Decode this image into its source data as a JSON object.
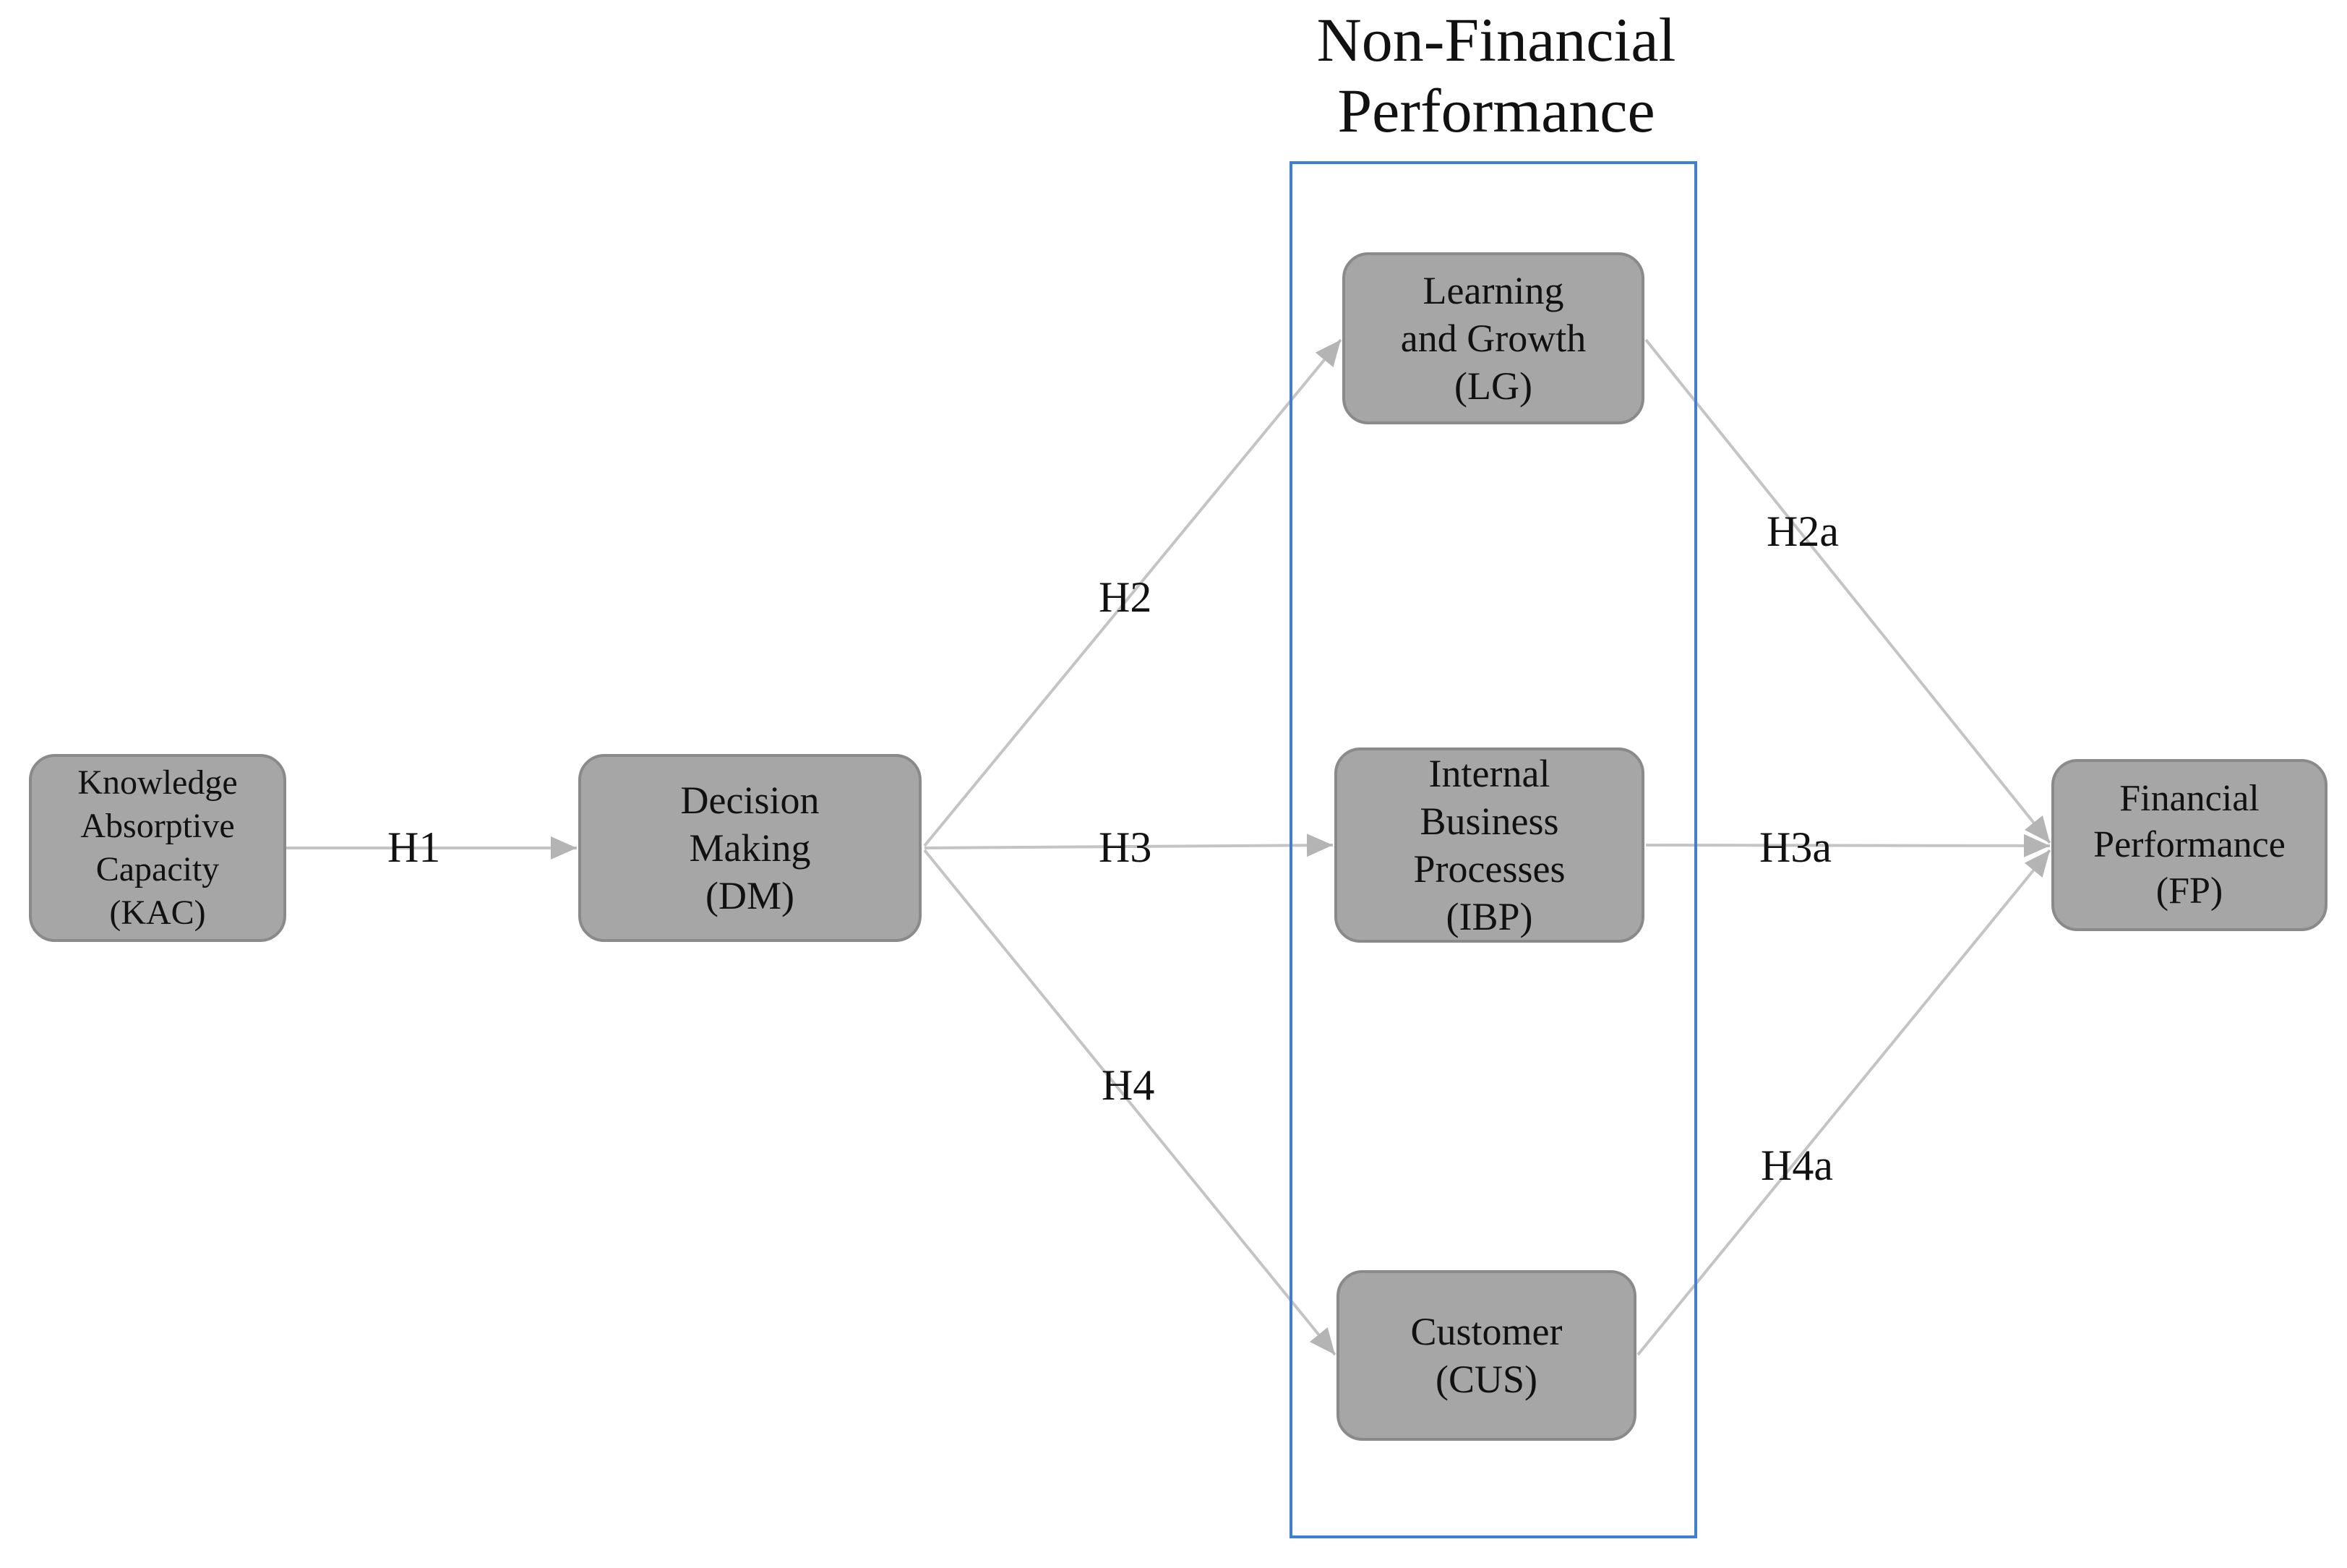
{
  "diagram": {
    "group": {
      "title": "Non-Financial\nPerformance",
      "border_color": "#3d7fd4"
    },
    "nodes": {
      "kac": {
        "label": "Knowledge\nAbsorptive\nCapacity\n(KAC)"
      },
      "dm": {
        "label": "Decision\nMaking\n(DM)"
      },
      "lg": {
        "label": "Learning\nand Growth\n(LG)"
      },
      "ibp": {
        "label": "Internal\nBusiness\nProcesses\n(IBP)"
      },
      "cus": {
        "label": "Customer\n(CUS)"
      },
      "fp": {
        "label": "Financial\nPerformance\n(FP)"
      }
    },
    "node_fill": "#a6a6a6",
    "node_border": "#8a8a8a",
    "edge_color": "#c4c4c4",
    "edges": [
      {
        "id": "h1",
        "from": "kac",
        "to": "dm",
        "label": "H1"
      },
      {
        "id": "h2",
        "from": "dm",
        "to": "lg",
        "label": "H2"
      },
      {
        "id": "h3",
        "from": "dm",
        "to": "ibp",
        "label": "H3"
      },
      {
        "id": "h4",
        "from": "dm",
        "to": "cus",
        "label": "H4"
      },
      {
        "id": "h2a",
        "from": "lg",
        "to": "fp",
        "label": "H2a"
      },
      {
        "id": "h3a",
        "from": "ibp",
        "to": "fp",
        "label": "H3a"
      },
      {
        "id": "h4a",
        "from": "cus",
        "to": "fp",
        "label": "H4a"
      }
    ]
  }
}
